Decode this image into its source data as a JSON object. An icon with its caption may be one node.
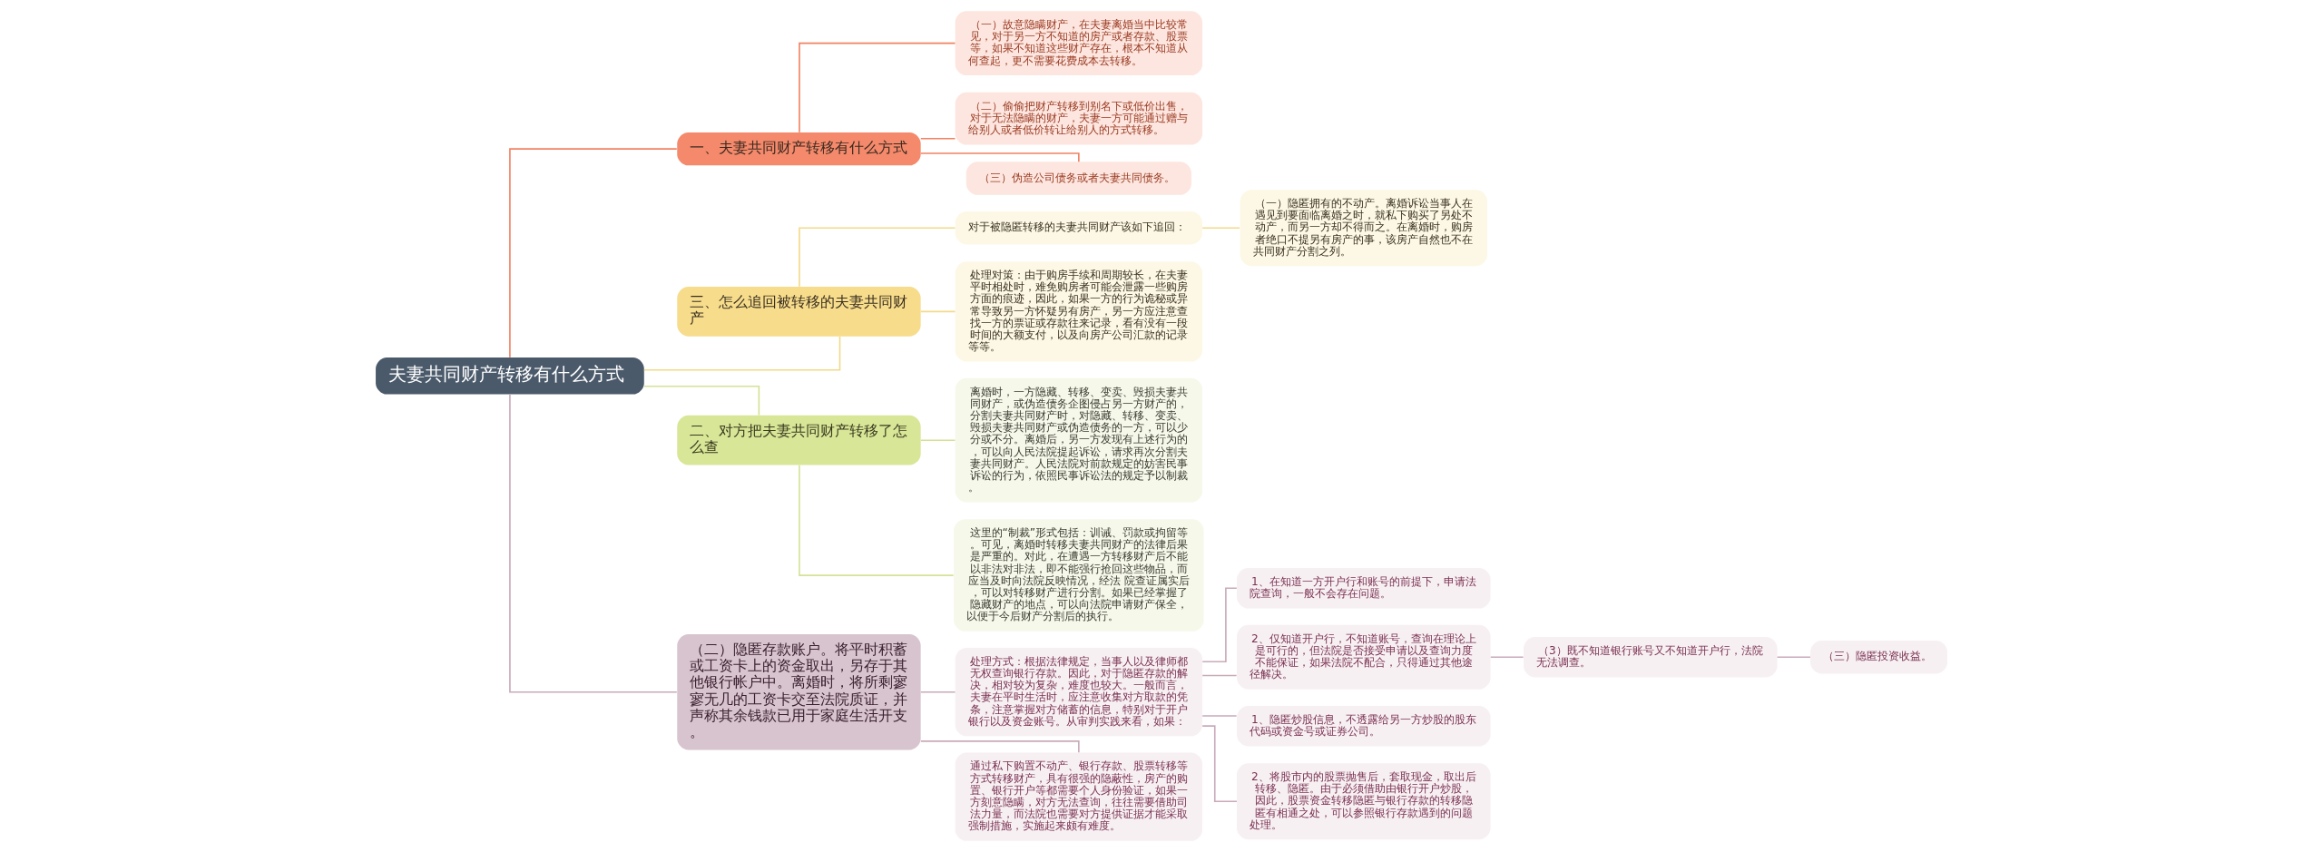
{
  "diagram": {
    "nodes": [
      {
        "text": [
          "夫妻共同财产转移有什么方式"
        ]
      },
      {
        "text": [
          "一、夫妻共同财产转移有什么方式"
        ]
      },
      {
        "text": [
          "（一）故意隐瞒财产，在夫妻离婚当中比较常见，对于另一方不知道的房产或者存款、股票等，如果不知道这些财产存在，根本不知道从何查起，更不需要花费成本去转移。"
        ]
      },
      {
        "text": [
          "（二）偷偷把财产转移到别名下或低价出售，对于无法隐瞒的财产，夫妻一方可能通过赠与给别人或者低价转让给别人的方式转移。"
        ]
      },
      {
        "text": [
          "（三）伪造公司债务或者夫妻共同债务。"
        ]
      },
      {
        "text": [
          "三、怎么追回被转移的夫妻共同财产"
        ]
      },
      {
        "text": [
          "对于被隐匿转移的夫妻共同财产该如下追回："
        ]
      },
      {
        "text": [
          "（一）隐匿拥有的不动产。离婚诉讼当事人在遇见到要面临离婚之时，就私下购买了另处不动产，而另一方却不得而之。在离婚时，购房者绝口不提另有房产的事，该房产自然也不在共同财产分割之列。"
        ]
      },
      {
        "text": [
          "处理对策：由于购房手续和周期较长，在夫妻平时相处时，难免购房者可能会泄露一些购房方面的痕迹，因此，如果一方的行为诡秘或异常导致另一方怀疑另有房产，另一方应注意查找一方的票证或存款往来记录，看有没有一段时间的大额支付，以及向房产公司汇款的记录等等。"
        ]
      },
      {
        "text": [
          "二、对方把夫妻共同财产转移了怎么查"
        ]
      },
      {
        "text": [
          "离婚时，一方隐藏、转移、变卖、毁损夫妻共同财产，或伪造债务企图侵占另一方财产的，分割夫妻共同财产时，对隐藏、转移、变卖、毁损夫妻共同财产或伪造债务的一方，可以少分或不分。离婚后，另一方发现有上述行为的，可以向人民法院提起诉讼，请求再次分割夫妻共同财产。人民法院对前款规定的妨害民事诉讼的行为，依照民事诉讼法的规定予以制裁。"
        ]
      },
      {
        "text": [
          "这里的“制裁”形式包括：训诫、罚款或拘留等。可见，离婚时转移夫妻共同财产的法律后果是严重的。对此，在遭遇一方转移财产后不能以非法对非法，即不能强行抢回这些物品，而应当及时向法院反映情况，经法 院查证属实后，可以对转移财产进行分割。如果已经掌握了隐藏财产的地点，可以向法院申请财产保全，以便于今后财产分割后的执行。"
        ]
      },
      {
        "text": [
          "（二）隐匿存款账户。将平时积蓄或工资卡上的资金取出，另存于其他银行帐户中。离婚时，将所剩寥寥无几的工资卡交至法院质证，并声称其余钱款已用于家庭生活开支。"
        ]
      },
      {
        "text": [
          "处理方式：根据法律规定，当事人以及律师都无权查询银行存款。因此，对于隐匿存款的解决，相对较为复杂，难度也较大。一般而言，夫妻在平时生活时，应注意收集对方取款的凭条，注意掌握对方储蓄的信息，特别对于开户银行以及资金账号。从审判实践来看，如果："
        ]
      },
      {
        "text": [
          "1、在知道一方开户行和账号的前提下，申请法院查询，一般不会存在问题。"
        ]
      },
      {
        "text": [
          "2、仅知道开户行，不知道账号，查询在理论上是可行的，但法院是否接受申请以及查询力度不能保证，如果法院不配合，只得通过其他途径解决。"
        ]
      },
      {
        "text": [
          "1、隐匿炒股信息，不透露给另一方炒股的股东代码或资金号或证券公司。"
        ]
      },
      {
        "text": [
          "2、将股市内的股票抛售后，套取现金，取出后转移、隐匿。由于必须借助由银行开户炒股，因此，股票资金转移隐匿与银行存款的转移隐匿有相通之处，可以参照银行存款遇到的问题处理。"
        ]
      },
      {
        "text": [
          "（3）既不知道银行账号又不知道开户行，法院无法调查。"
        ]
      },
      {
        "text": [
          "（三）隐匿投资收益。"
        ]
      },
      {
        "text": [
          "通过私下购置不动产、银行存款、股票转移等方式转移财产，具有很强的隐蔽性，房产的购置、银行开户等都需要个人身份验证，如果一方刻意隐瞒，对方无法查询，往往需要借助司法力量，而法院也需要对方提供证据才能采取强制措施，实施起来颇有难度。"
        ]
      }
    ],
    "edges": [
      {
        "from": 0,
        "to": 1,
        "arrow": "none",
        "color": "#f08262"
      },
      {
        "from": 1,
        "to": 2,
        "arrow": "none",
        "color": "#f08262"
      },
      {
        "from": 1,
        "to": 3,
        "arrow": "none",
        "color": "#f08262"
      },
      {
        "from": 1,
        "to": 4,
        "arrow": "none",
        "color": "#f08262"
      },
      {
        "from": 0,
        "to": 5,
        "arrow": "none",
        "color": "#f3d98a"
      },
      {
        "from": 5,
        "to": 6,
        "arrow": "none",
        "color": "#f3d98a"
      },
      {
        "from": 6,
        "to": 7,
        "arrow": "none",
        "color": "#f3d98a"
      },
      {
        "from": 5,
        "to": 8,
        "arrow": "none",
        "color": "#f3d98a"
      },
      {
        "from": 0,
        "to": 9,
        "arrow": "none",
        "color": "#d3e296"
      },
      {
        "from": 9,
        "to": 10,
        "arrow": "none",
        "color": "#d3e296"
      },
      {
        "from": 9,
        "to": 11,
        "arrow": "none",
        "color": "#d3e296"
      },
      {
        "from": 0,
        "to": 12,
        "arrow": "none"
      },
      {
        "from": 12,
        "to": 13,
        "arrow": "none"
      },
      {
        "from": 13,
        "to": 14,
        "arrow": "none"
      },
      {
        "from": 13,
        "to": 15,
        "arrow": "none"
      },
      {
        "from": 13,
        "to": 16,
        "arrow": "none"
      },
      {
        "from": 13,
        "to": 17,
        "arrow": "none"
      },
      {
        "from": 15,
        "to": 18,
        "arrow": "none"
      },
      {
        "from": 18,
        "to": 19,
        "arrow": "none"
      },
      {
        "from": 12,
        "to": 20,
        "arrow": "none"
      }
    ]
  }
}
